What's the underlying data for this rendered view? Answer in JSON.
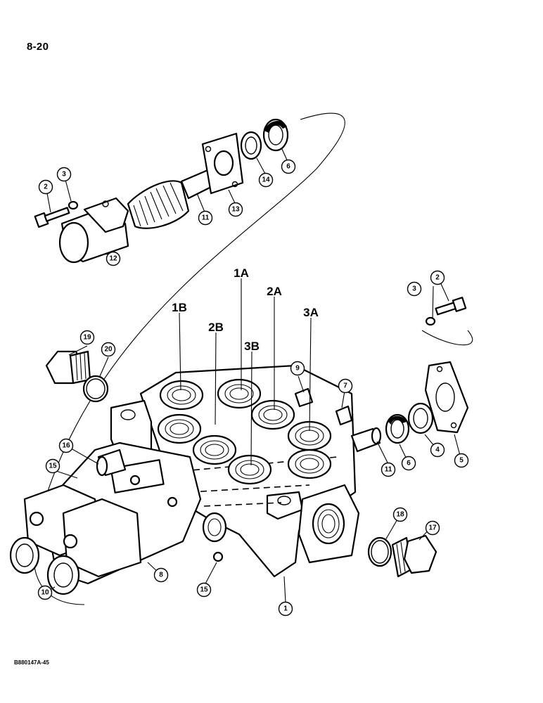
{
  "page_number": "8-20",
  "figure_code": "B880147A-45",
  "port_labels": [
    "1A",
    "1B",
    "2A",
    "2B",
    "3A",
    "3B"
  ],
  "callouts": [
    "1",
    "2",
    "2",
    "3",
    "3",
    "4",
    "5",
    "6",
    "6",
    "7",
    "8",
    "9",
    "10",
    "11",
    "11",
    "12",
    "13",
    "14",
    "15",
    "15",
    "16",
    "17",
    "18",
    "19",
    "20"
  ]
}
